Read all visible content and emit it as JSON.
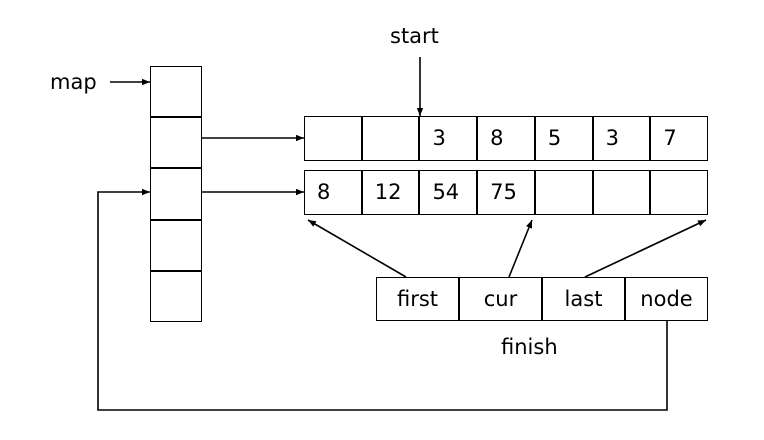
{
  "diagram": {
    "title": "hash-map-with-iterator-state-diagram",
    "stroke_color": "#000000",
    "background_color": "#ffffff"
  },
  "labels": {
    "map": "map",
    "start": "start",
    "finish": "finish"
  },
  "map_column": {
    "name": "map",
    "cell_count": 5,
    "cells": [
      "",
      "",
      "",
      "",
      ""
    ]
  },
  "bucket_rows": [
    {
      "name": "bucket-row-top",
      "cells": [
        "",
        "",
        "3",
        "8",
        "5",
        "3",
        "7"
      ]
    },
    {
      "name": "bucket-row-bottom",
      "cells": [
        "8",
        "12",
        "54",
        "75",
        "",
        "",
        ""
      ]
    }
  ],
  "finish_struct": {
    "name": "finish-iterator",
    "cells": [
      "first",
      "cur",
      "last",
      "node"
    ]
  },
  "arrows": [
    {
      "name": "map-label-arrow",
      "from": "map label",
      "to": "map column cell 1"
    },
    {
      "name": "map-cell2-arrow",
      "from": "map column cell 2",
      "to": "bucket row top"
    },
    {
      "name": "map-cell3-arrow",
      "from": "map column cell 3",
      "to": "bucket row bottom"
    },
    {
      "name": "start-arrow",
      "from": "start label",
      "to": "bucket row top cell 3"
    },
    {
      "name": "first-arrow",
      "from": "first cell",
      "to": "bucket row bottom left edge"
    },
    {
      "name": "cur-arrow",
      "from": "cur cell",
      "to": "bucket row bottom cell 5 left edge"
    },
    {
      "name": "last-arrow",
      "from": "last cell",
      "to": "bucket row bottom right edge"
    },
    {
      "name": "node-feedback-arrow",
      "from": "node cell",
      "to": "map column cell 3"
    }
  ]
}
